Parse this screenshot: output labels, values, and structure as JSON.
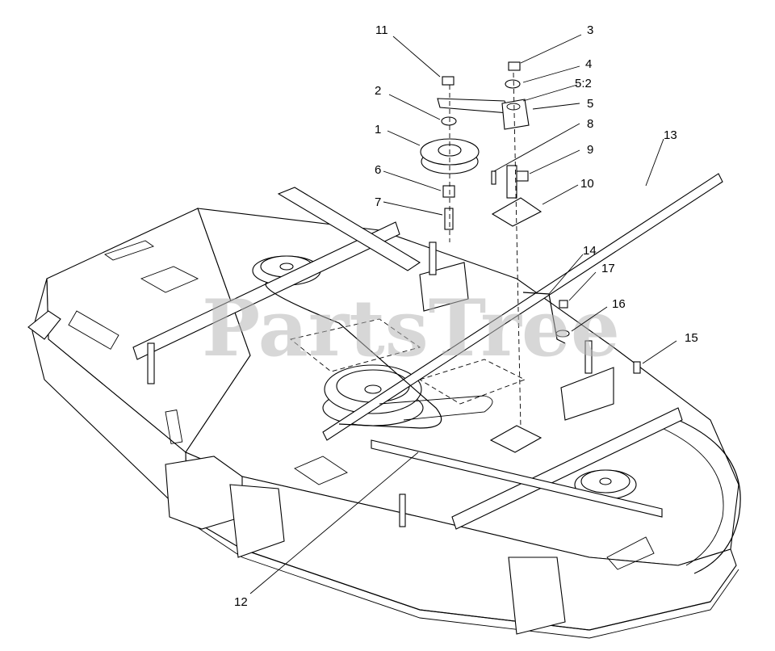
{
  "watermark": "PartsTree",
  "callouts": [
    {
      "id": "11",
      "text": "11"
    },
    {
      "id": "3",
      "text": "3"
    },
    {
      "id": "4",
      "text": "4"
    },
    {
      "id": "5-2",
      "text": "5:2"
    },
    {
      "id": "5",
      "text": "5"
    },
    {
      "id": "2",
      "text": "2"
    },
    {
      "id": "1",
      "text": "1"
    },
    {
      "id": "8",
      "text": "8"
    },
    {
      "id": "9",
      "text": "9"
    },
    {
      "id": "13",
      "text": "13"
    },
    {
      "id": "6",
      "text": "6"
    },
    {
      "id": "10",
      "text": "10"
    },
    {
      "id": "7",
      "text": "7"
    },
    {
      "id": "14",
      "text": "14"
    },
    {
      "id": "17",
      "text": "17"
    },
    {
      "id": "16",
      "text": "16"
    },
    {
      "id": "15",
      "text": "15"
    },
    {
      "id": "12",
      "text": "12"
    }
  ]
}
